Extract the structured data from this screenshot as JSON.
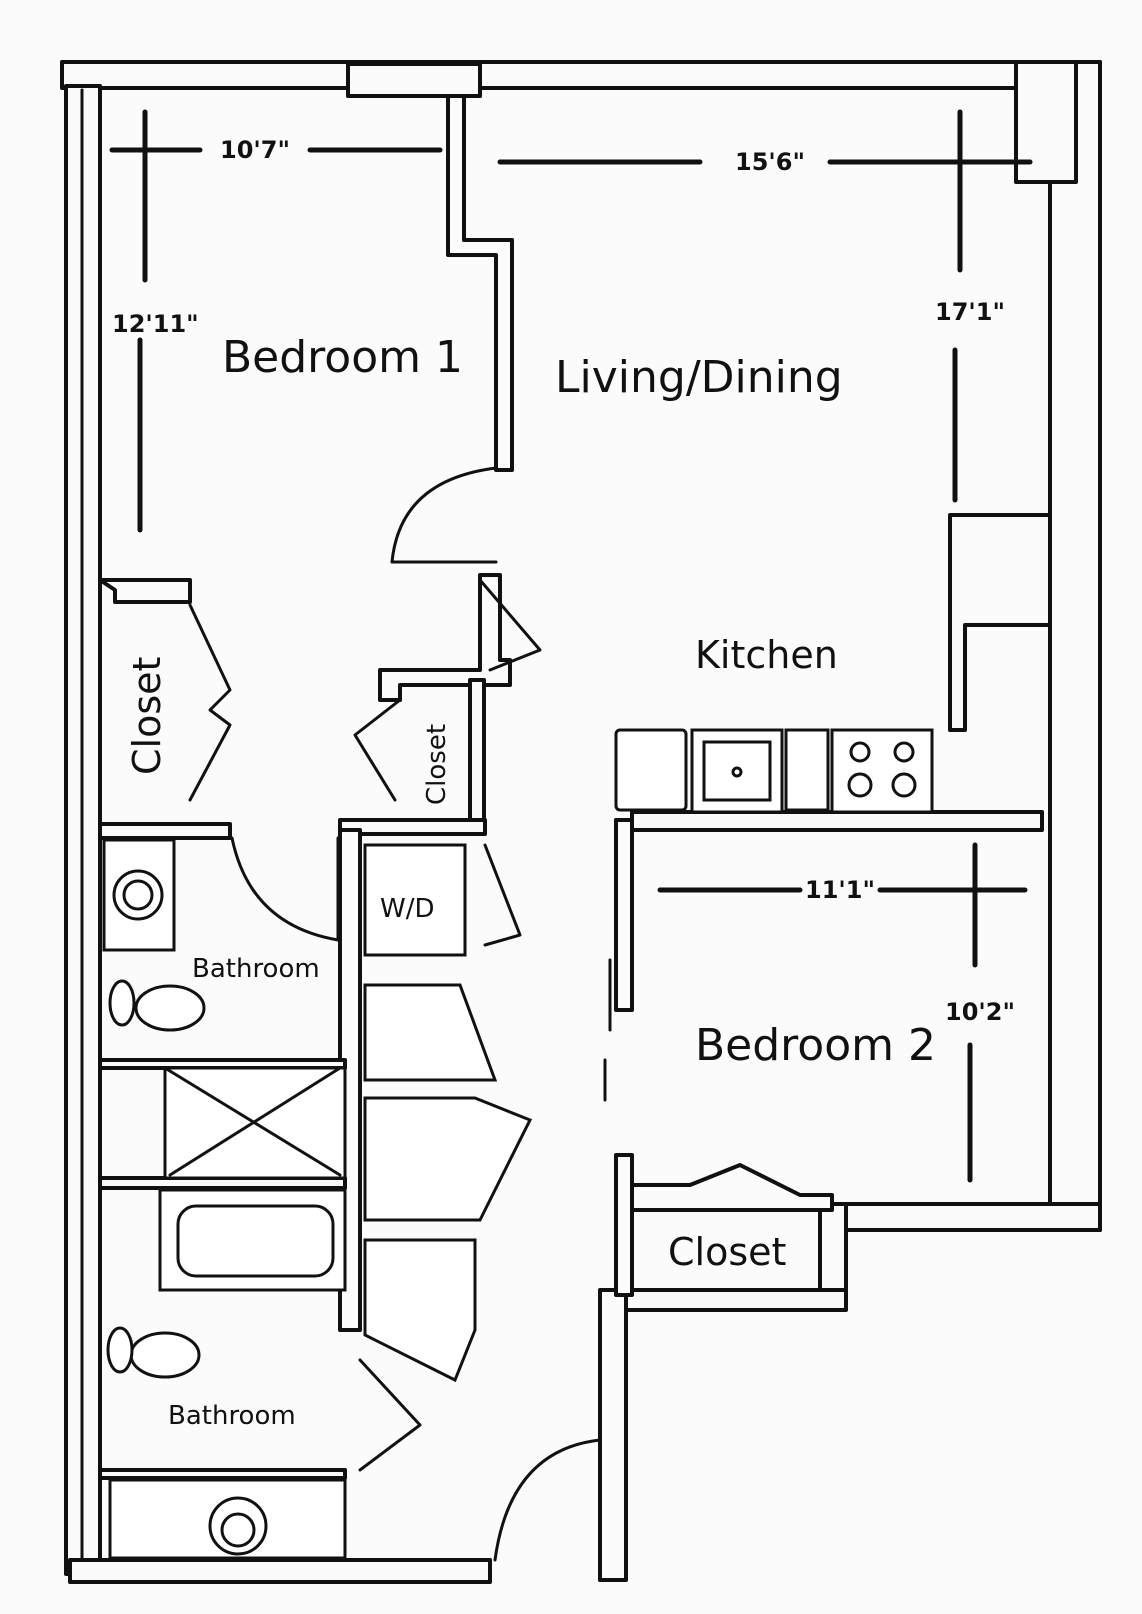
{
  "rooms": {
    "bedroom1": "Bedroom 1",
    "living_dining": "Living/Dining",
    "kitchen": "Kitchen",
    "bedroom2": "Bedroom 2",
    "closet_bedroom1": "Closet",
    "closet_hall": "Closet",
    "closet_bedroom2": "Closet",
    "laundry": "W/D",
    "bathroom1": "Bathroom",
    "bathroom2": "Bathroom"
  },
  "dimensions": {
    "bedroom1_width": "10'7\"",
    "bedroom1_depth": "12'11\"",
    "living_width": "15'6\"",
    "living_depth": "17'1\"",
    "bedroom2_width": "11'1\"",
    "bedroom2_depth": "10'2\""
  }
}
